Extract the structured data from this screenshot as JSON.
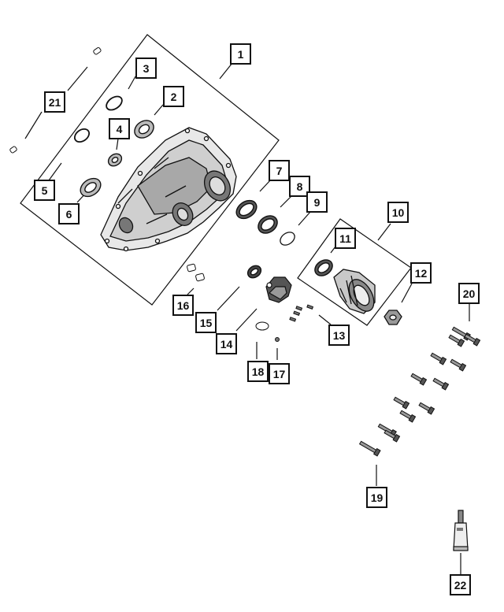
{
  "diagram": {
    "callouts": {
      "c1": "1",
      "c2": "2",
      "c3": "3",
      "c4": "4",
      "c5": "5",
      "c6": "6",
      "c7": "7",
      "c8": "8",
      "c9": "9",
      "c10": "10",
      "c11": "11",
      "c12": "12",
      "c13": "13",
      "c14": "14",
      "c15": "15",
      "c16": "16",
      "c17": "17",
      "c18": "18",
      "c19": "19",
      "c20": "20",
      "c21": "21",
      "c22": "22"
    },
    "colors": {
      "ink": "#111111",
      "background": "#ffffff",
      "shade": "#9a9a9a"
    }
  }
}
